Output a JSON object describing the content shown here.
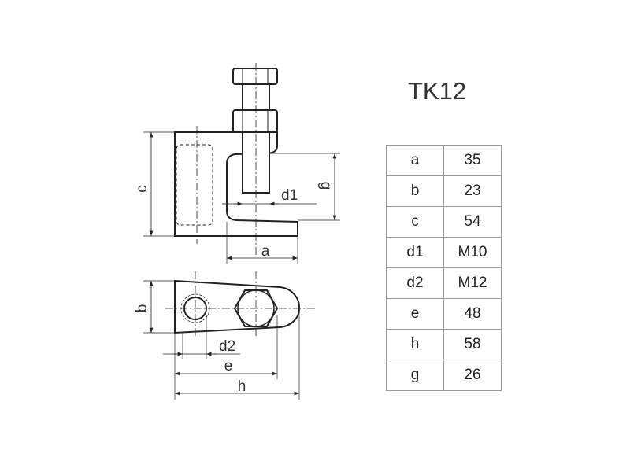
{
  "title": "TK12",
  "dimension_labels": {
    "a": "a",
    "b": "b",
    "c": "c",
    "d1": "d1",
    "d2": "d2",
    "e": "e",
    "h": "h",
    "g": "g"
  },
  "table": [
    {
      "dim": "a",
      "value": "35"
    },
    {
      "dim": "b",
      "value": "23"
    },
    {
      "dim": "c",
      "value": "54"
    },
    {
      "dim": "d1",
      "value": "M10"
    },
    {
      "dim": "d2",
      "value": "M12"
    },
    {
      "dim": "e",
      "value": "48"
    },
    {
      "dim": "h",
      "value": "58"
    },
    {
      "dim": "g",
      "value": "26"
    }
  ]
}
